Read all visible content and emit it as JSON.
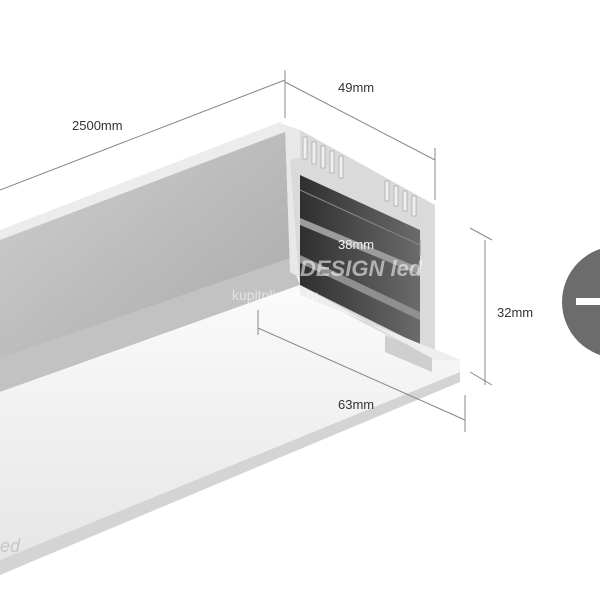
{
  "dimensions": {
    "length": "2500mm",
    "top_width": "49mm",
    "inner_width": "38mm",
    "height": "32mm",
    "flange_width": "63mm"
  },
  "watermark": {
    "logo": "DESIGN led",
    "site": "kupitplintus.ru"
  },
  "colors": {
    "aluminium_light": "#e4e4e4",
    "aluminium_mid": "#bdbdbd",
    "aluminium_dark": "#555555",
    "diffuser": "#f4f4f4",
    "dim_line": "#888888"
  }
}
